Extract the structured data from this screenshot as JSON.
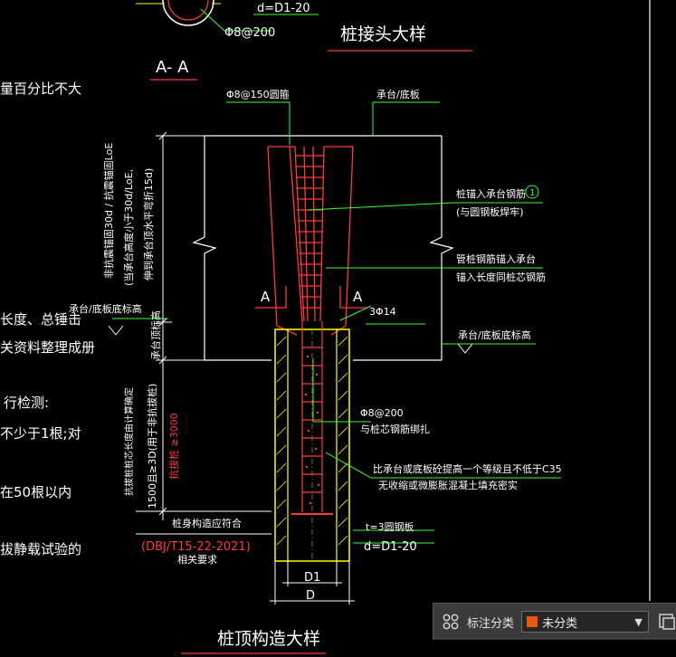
{
  "labels": {
    "pile_joint_detail_title": "桩接头大样",
    "pile_top_detail_title": "桩顶构造大样",
    "section_aa": "A- A",
    "section_a_left": "A",
    "section_a_right": "A",
    "top_phi8_200": "Φ8@200",
    "top_d_eq": "d=D1-20",
    "phi8_150_hoop": "Φ8@150圆箍",
    "cap_slab": "承台/底板",
    "anchor_bar": "桩锚入承台钢筋",
    "weld_with_plate": "(与圆钢板焊牢)",
    "circle_num": "1",
    "core_bar_anchor_1": "管桩钢筋锚入承台",
    "core_bar_anchor_2": "锚入长度同桩芯钢筋",
    "bars_3phi14": "3Φ14",
    "cap_bottom_elev_right": "承台/底板底标高",
    "cap_bottom_elev_left": "承台/底板底标高",
    "phi8_200_mid": "Φ8@200",
    "bind_with_core": "与桩芯钢筋绑扎",
    "concrete_note_1": "比承台或底板砼提高一个等级且不低于C35",
    "concrete_note_2": "无收缩或微膨胀混凝土填充密实",
    "plate_t3": "t=3圆钢板",
    "bottom_d_eq": "d=D1-20",
    "pile_fill_standard": "桩身构造应符合",
    "standard_code": "(DBJ/T15-22-2021)",
    "related_req": "相关要求",
    "dim_d1": "D1",
    "dim_d": "D",
    "vert_anchor_1": "非抗震锚固30d / 抗震锚固LoE",
    "vert_anchor_2": "(当承台高度小于30d/LoE,",
    "vert_anchor_3": "伸到承台顶水平弯折15d)",
    "vert_cap_top": "承台顶标高",
    "vert_core_len": "1500且≥3D(用于非抗拔桩)",
    "vert_core_note": "抗拔桩桩芯长度由计算确定",
    "vert_ge3000": "抗拔桩 ≥3000"
  },
  "left_notes": [
    "量百分比不大",
    "长度、总锤击",
    "关资料整理成册",
    "行检测:",
    "不少于1根;对",
    "在50根以内",
    "拔静载试验的"
  ],
  "toolbar": {
    "label": "标注分类",
    "selected": "未分类",
    "swatch_color": "#e8590c",
    "grid_icon": "grid-icon",
    "arrow_icon": "chevron-down-icon",
    "panel_icon": "panel-icon"
  },
  "colors": {
    "rebar_red": "#ff3b3b",
    "leader_green": "#33ff33",
    "dim_white": "#ffffff",
    "hatch_yellow": "#ffff00",
    "circle_green": "#33ff33"
  }
}
